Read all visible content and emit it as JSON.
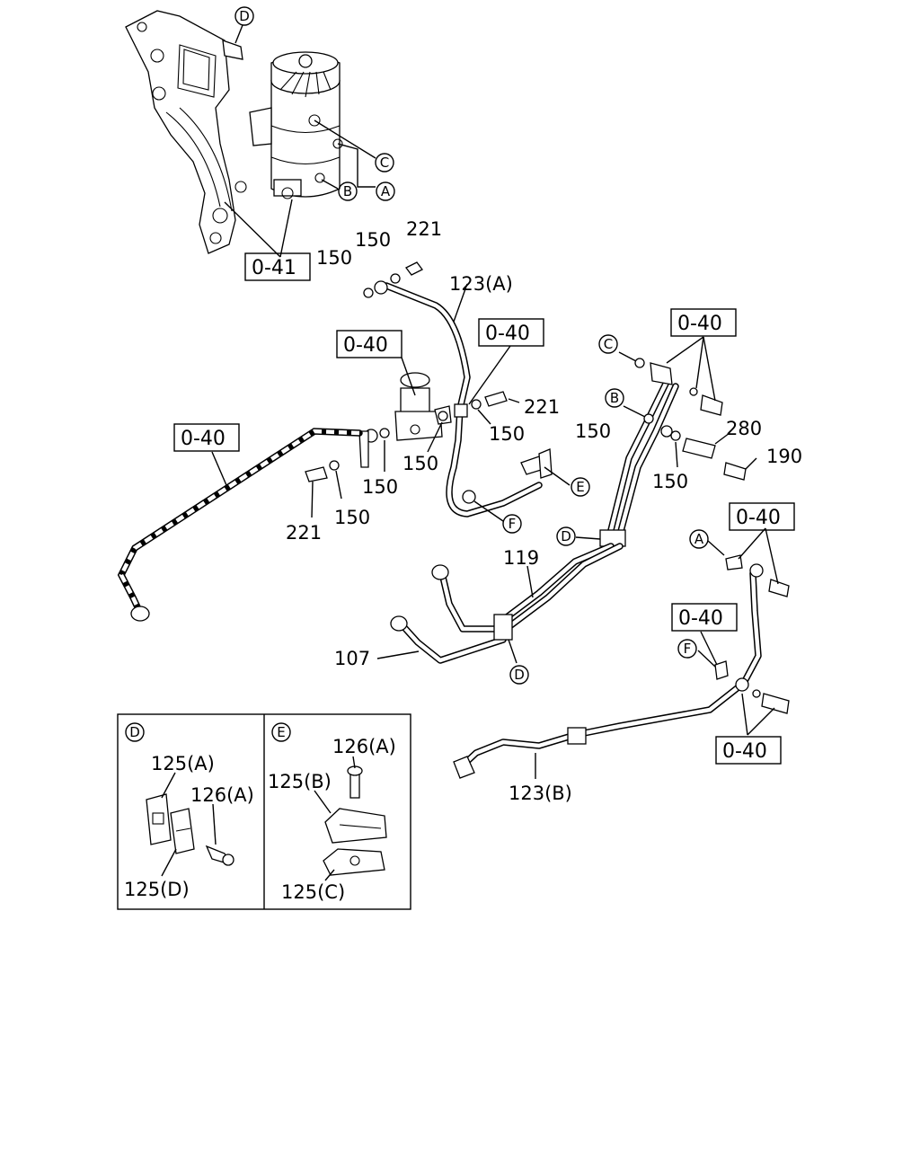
{
  "labels": {
    "l150_a": "150",
    "l150_b": "150",
    "l221_a": "221",
    "l123a": "123(A)",
    "l221_b": "221",
    "l150_c": "150",
    "l150_d": "150",
    "l150_e": "150",
    "l150_f": "150",
    "l221_c": "221",
    "l150_g": "150",
    "l280": "280",
    "l190": "190",
    "l150_h": "150",
    "l119": "119",
    "l107": "107",
    "l123b": "123(B)",
    "l125a": "125(A)",
    "l126a_d": "126(A)",
    "l125d": "125(D)",
    "l126a_e": "126(A)",
    "l125b": "125(B)",
    "l125c": "125(C)"
  },
  "boxes": {
    "b041": "0-41",
    "b040_left": "0-40",
    "b040_valve": "0-40",
    "b040_mid": "0-40",
    "b040_tr": "0-40",
    "b040_r2": "0-40",
    "b040_r3": "0-40",
    "b040_br": "0-40"
  },
  "circles": {
    "c_d_top": "D",
    "c_c_top": "C",
    "c_a_top": "A",
    "c_b_top": "B",
    "c_e": "E",
    "c_f": "F",
    "c_c_r": "C",
    "c_b_r": "B",
    "c_d_r": "D",
    "c_a_r": "A",
    "c_d_bot": "D",
    "c_f_r": "F",
    "c_d_inset": "D",
    "c_e_inset": "E"
  }
}
